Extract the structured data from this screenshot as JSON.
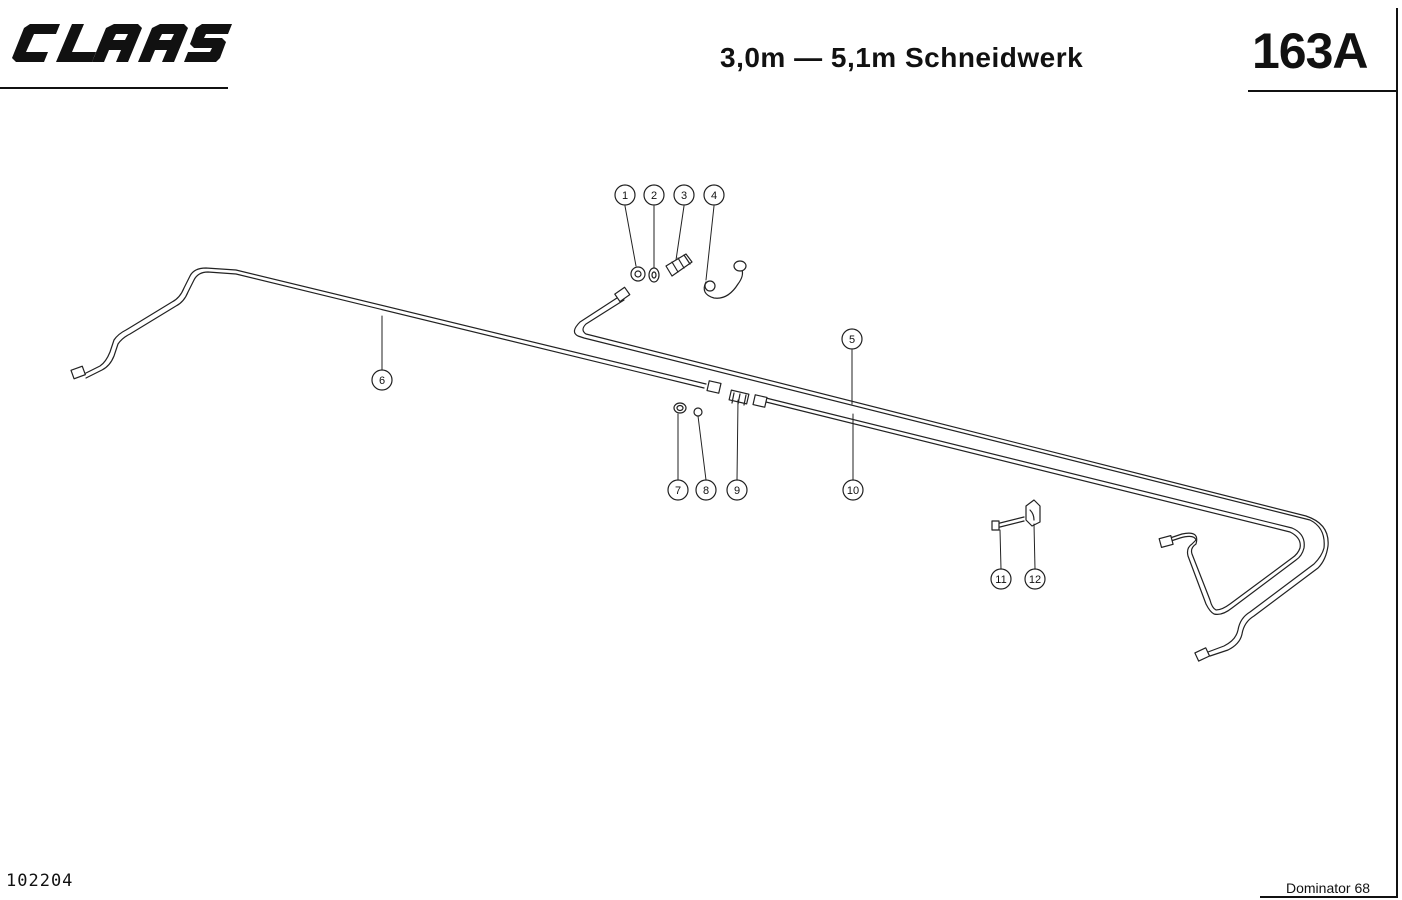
{
  "header": {
    "brand": "CLAAS",
    "title": "3,0m — 5,1m Schneidwerk",
    "page_number": "163A"
  },
  "footer": {
    "document_number": "102204",
    "model": "Dominator 68"
  },
  "callouts": [
    {
      "id": "1",
      "label": "1"
    },
    {
      "id": "2",
      "label": "2"
    },
    {
      "id": "3",
      "label": "3"
    },
    {
      "id": "4",
      "label": "4"
    },
    {
      "id": "5",
      "label": "5"
    },
    {
      "id": "6",
      "label": "6"
    },
    {
      "id": "7",
      "label": "7"
    },
    {
      "id": "8",
      "label": "8"
    },
    {
      "id": "9",
      "label": "9"
    },
    {
      "id": "10",
      "label": "10"
    },
    {
      "id": "11",
      "label": "11"
    },
    {
      "id": "12",
      "label": "12"
    }
  ]
}
